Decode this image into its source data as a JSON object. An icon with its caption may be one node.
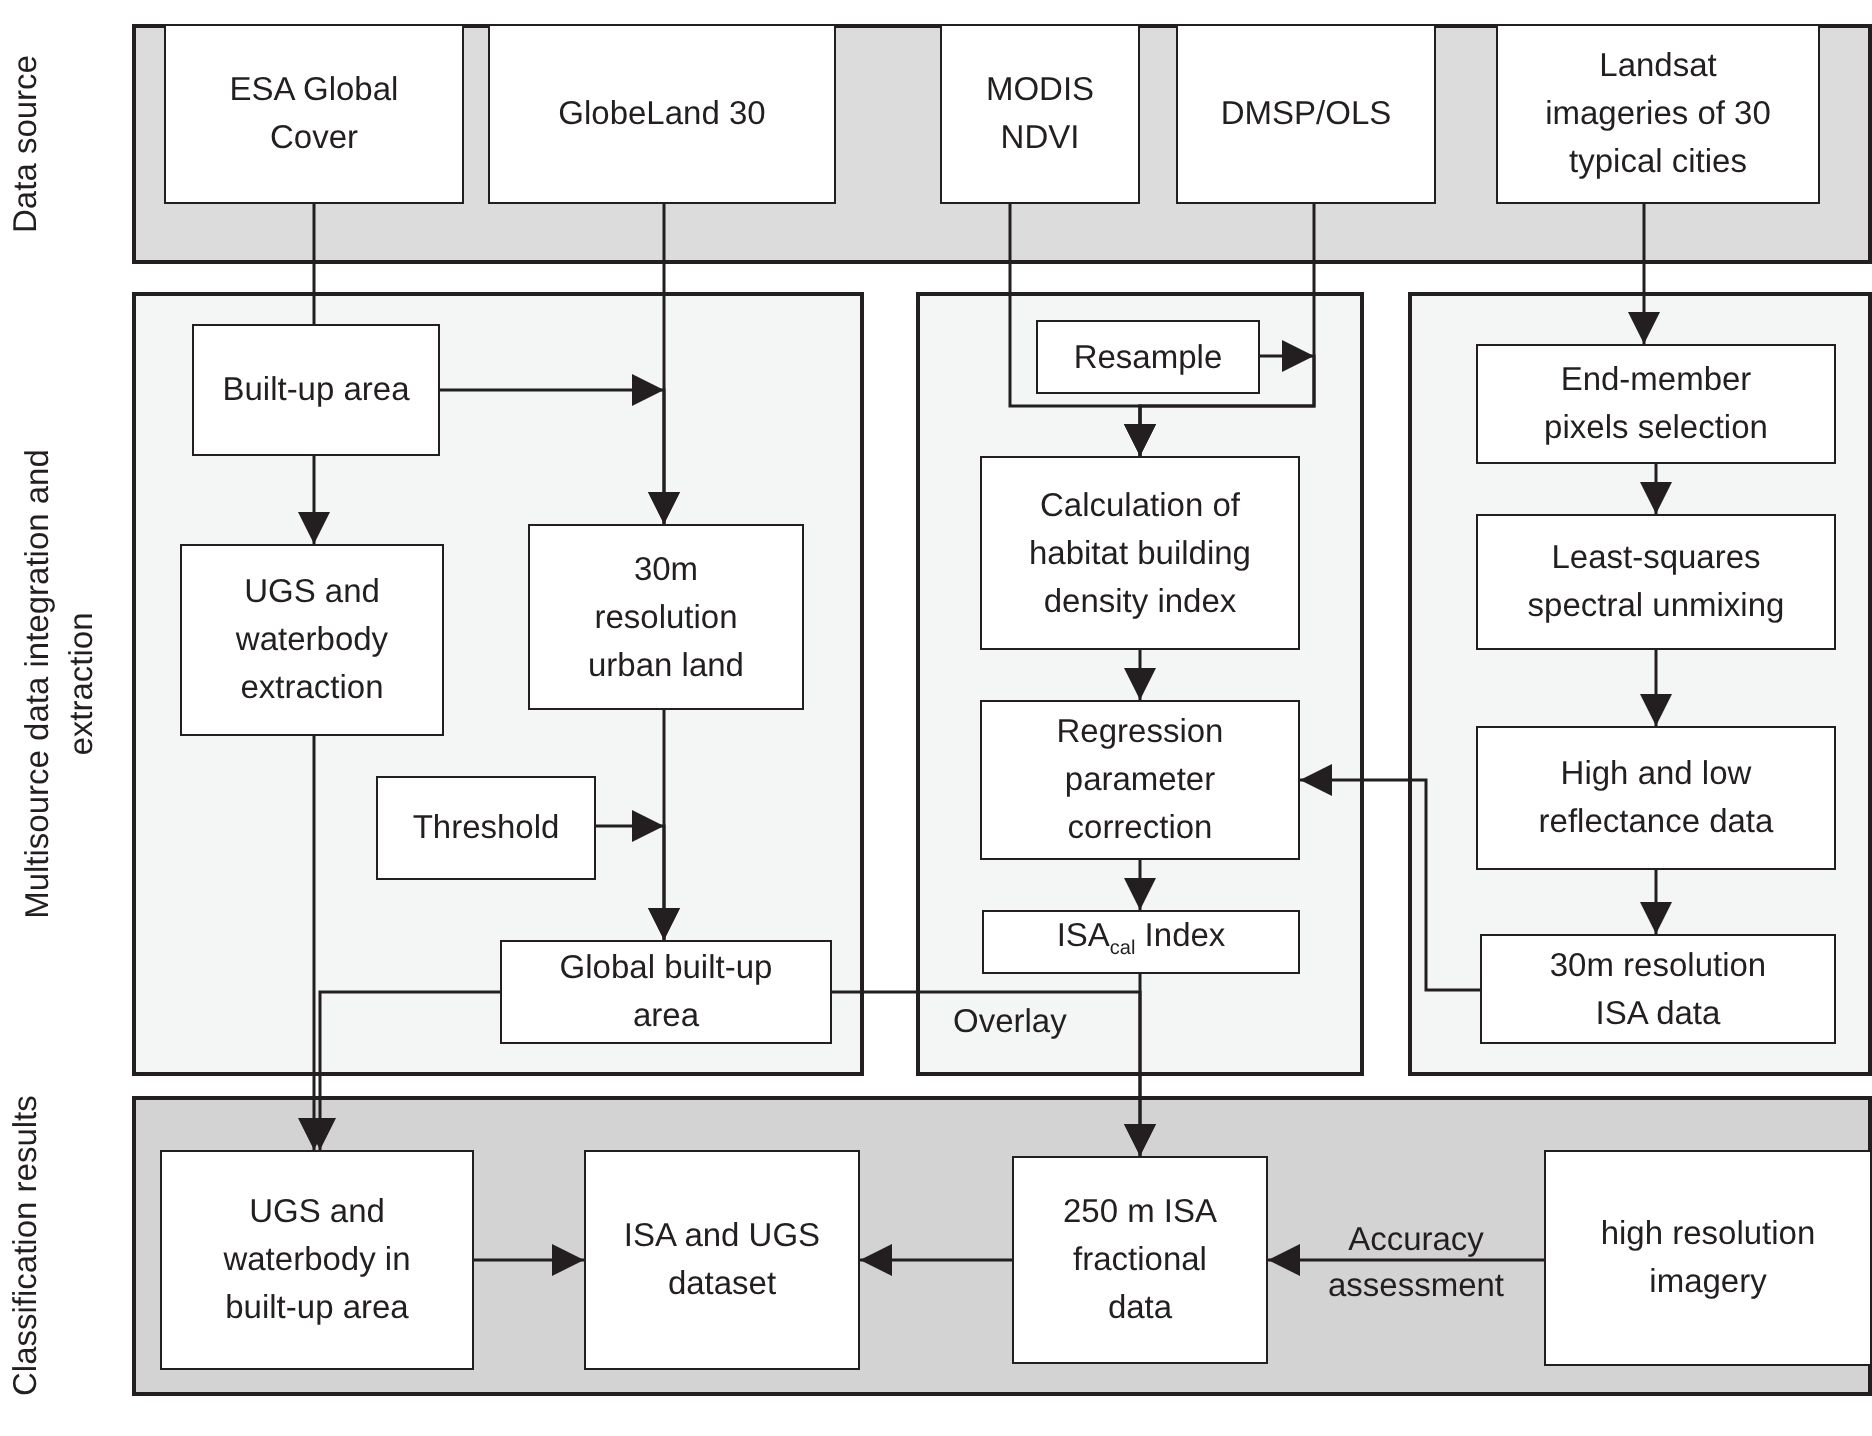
{
  "diagram": {
    "nodes": [
      {
        "text": [
          "Data source"
        ]
      },
      {
        "text": [
          "ESA Global Cover"
        ],
        "in": 0
      },
      {
        "text": [
          "GlobeLand 30"
        ],
        "in": 0
      },
      {
        "text": [
          "MODIS NDVI"
        ],
        "in": 0
      },
      {
        "text": [
          "DMSP/OLS"
        ],
        "in": 0
      },
      {
        "text": [
          "Landsat imageries of 30 typical cities"
        ],
        "in": 0
      },
      {
        "text": [],
        "shape": "box"
      },
      {
        "text": [
          "Built-up area"
        ],
        "in": 6
      },
      {
        "text": [
          "UGS and waterbody extraction"
        ],
        "in": 6
      },
      {
        "text": [
          "30m resolution urban land"
        ],
        "in": 6
      },
      {
        "text": [
          "Threshold"
        ],
        "in": 6
      },
      {
        "text": [
          "Global built-up area"
        ],
        "in": 6
      },
      {
        "text": [],
        "shape": "box"
      },
      {
        "text": [
          "Resample"
        ],
        "in": 12
      },
      {
        "text": [
          "Calculation of habitat building density index"
        ],
        "in": 12
      },
      {
        "text": [
          "Regression parameter correction"
        ],
        "in": 12
      },
      {
        "text": [
          "ISA$_{cal}$ Index"
        ],
        "in": 12
      },
      {
        "text": [],
        "shape": "box"
      },
      {
        "text": [
          "End-member pixels selection"
        ],
        "in": 17
      },
      {
        "text": [
          "Least-squares spectral unmixing"
        ],
        "in": 17
      },
      {
        "text": [
          "High and low reflectance data"
        ],
        "in": 17
      },
      {
        "text": [
          "30m resolution ISA data"
        ],
        "in": 17
      },
      {
        "text": [
          "Classification results"
        ]
      },
      {
        "text": [
          "UGS and waterbody in built-up area"
        ],
        "in": 22
      },
      {
        "text": [
          "ISA and UGS dataset"
        ],
        "in": 22
      },
      {
        "text": [
          "250 m ISA fractional data"
        ],
        "in": 22
      },
      {
        "text": [
          "high resolution imagery"
        ],
        "in": 22
      }
    ],
    "edges": [
      {
        "from": 1,
        "to": 7,
        "arrow": "none"
      },
      {
        "from": 2,
        "to": 9,
        "arrow": "to"
      },
      {
        "from": 7,
        "to": 9,
        "arrow": "to"
      },
      {
        "from": 7,
        "to": 8,
        "arrow": "to"
      },
      {
        "from": 9,
        "to": 11,
        "arrow": "to"
      },
      {
        "from": 10,
        "to": 11,
        "arrow": "to"
      },
      {
        "from": 3,
        "to": 14,
        "arrow": "to"
      },
      {
        "from": 4,
        "to": 14,
        "arrow": "to"
      },
      {
        "from": 13,
        "to": 14,
        "arrow": "to"
      },
      {
        "from": 14,
        "to": 15,
        "arrow": "to"
      },
      {
        "from": 15,
        "to": 16,
        "arrow": "to"
      },
      {
        "from": 5,
        "to": 18,
        "arrow": "to"
      },
      {
        "from": 18,
        "to": 19,
        "arrow": "to"
      },
      {
        "from": 19,
        "to": 20,
        "arrow": "to"
      },
      {
        "from": 20,
        "to": 21,
        "arrow": "to"
      },
      {
        "from": 21,
        "to": 15,
        "arrow": "to"
      },
      {
        "from": 8,
        "to": 23,
        "arrow": "to"
      },
      {
        "from": 11,
        "to": 23,
        "arrow": "to"
      },
      {
        "from": 11,
        "to": 25,
        "arrow": "to",
        "label": "Overlay"
      },
      {
        "from": 16,
        "to": 25,
        "arrow": "to"
      },
      {
        "from": 26,
        "to": 25,
        "arrow": "to",
        "label": "Accuracy assessment"
      },
      {
        "from": 25,
        "to": 24,
        "arrow": "to"
      },
      {
        "from": 23,
        "to": 24,
        "arrow": "to"
      }
    ],
    "labels": [
      "Multisource data integration and extraction"
    ]
  }
}
